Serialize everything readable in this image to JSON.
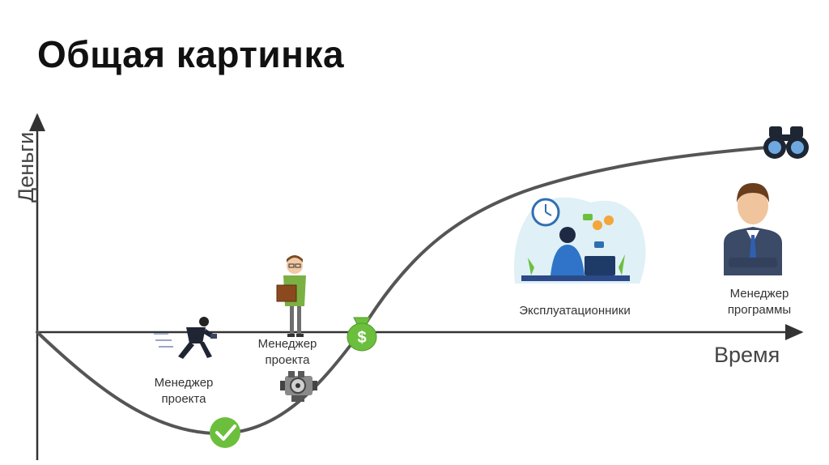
{
  "title": "Общая картинка",
  "y_axis_label": "Деньги",
  "x_axis_label": "Время",
  "markers": {
    "runner": {
      "label_line1": "Менеджер",
      "label_line2": "проекта",
      "icon": "running-man-icon"
    },
    "reader": {
      "label_line1": "Менеджер",
      "label_line2": "проекта",
      "icon": "man-reading-book-icon"
    },
    "operations": {
      "label": "Эксплуатационники",
      "icon": "support-operator-icon"
    },
    "program": {
      "label_line1": "Менеджер",
      "label_line2": "программы",
      "icon": "businessman-icon"
    },
    "checkmark": {
      "icon": "checkmark-icon",
      "color": "#6cbf3d"
    },
    "money": {
      "icon": "money-bag-icon",
      "color": "#6cbf3d"
    },
    "engine": {
      "icon": "engine-icon"
    },
    "binoculars": {
      "icon": "binoculars-icon"
    }
  },
  "colors": {
    "curve": "#555555",
    "axes": "#333333",
    "accent_green": "#6cbf3d"
  }
}
